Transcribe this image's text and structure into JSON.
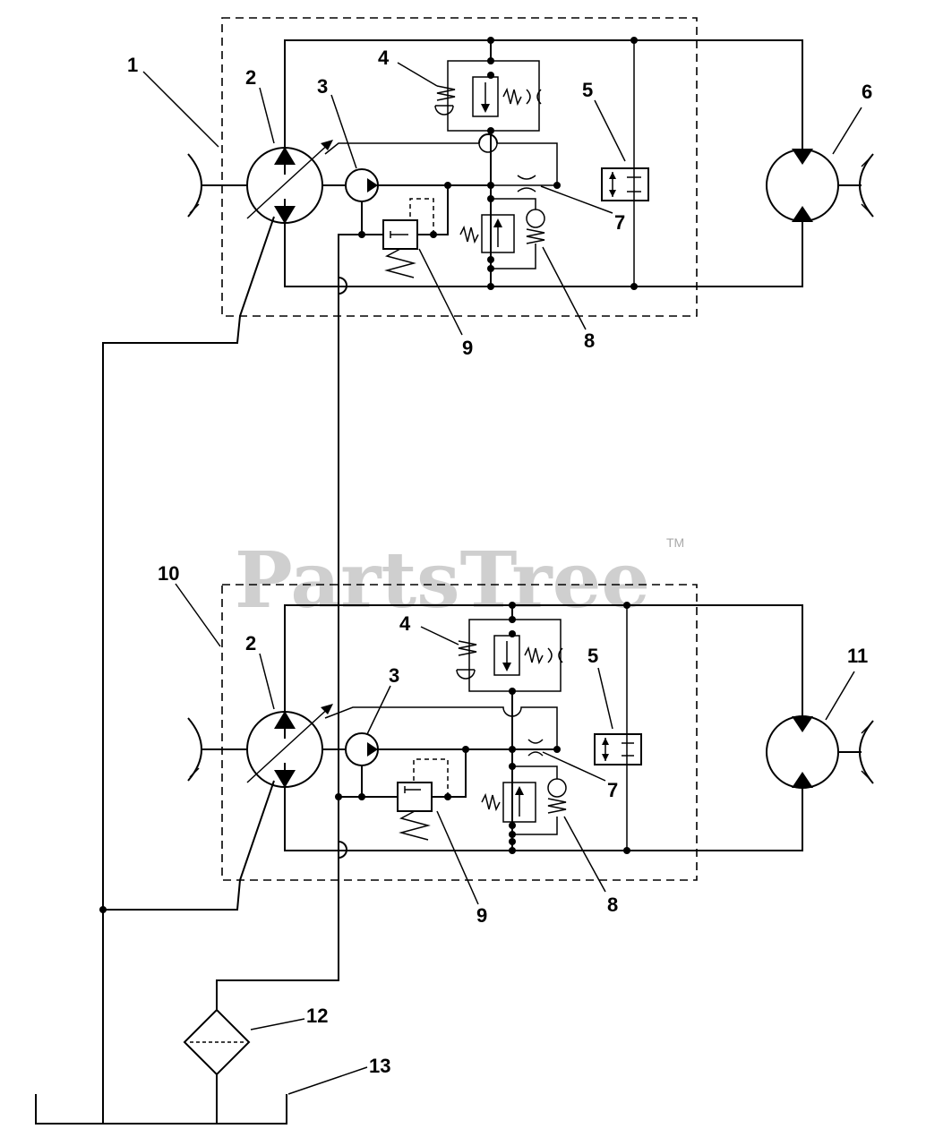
{
  "watermark": {
    "text": "PartsTree",
    "tm": "TM"
  },
  "callouts": {
    "c1": "1",
    "c2a": "2",
    "c3a": "3",
    "c4a": "4",
    "c5a": "5",
    "c6": "6",
    "c7a": "7",
    "c8a": "8",
    "c9a": "9",
    "c10": "10",
    "c2b": "2",
    "c3b": "3",
    "c4b": "4",
    "c5b": "5",
    "c11": "11",
    "c7b": "7",
    "c8b": "8",
    "c9b": "9",
    "c12": "12",
    "c13": "13"
  }
}
